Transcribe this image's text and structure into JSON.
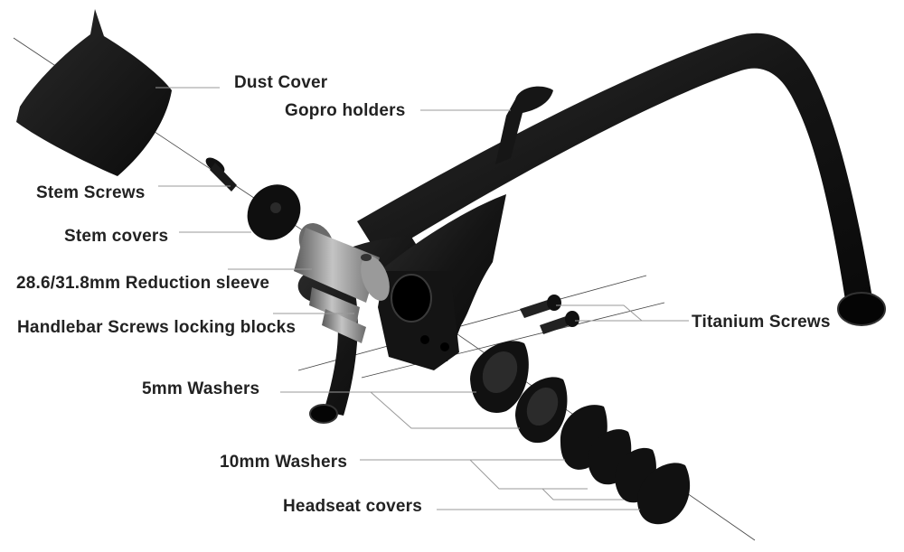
{
  "diagram": {
    "labels": {
      "dust_cover": "Dust Cover",
      "gopro_holders": "Gopro holders",
      "stem_screws": "Stem Screws",
      "stem_covers": "Stem covers",
      "reduction_sleeve": "28.6/31.8mm Reduction sleeve",
      "locking_blocks": "Handlebar Screws locking blocks",
      "titanium_screws": "Titanium Screws",
      "washers_5mm": "5mm Washers",
      "washers_10mm": "10mm Washers",
      "headseat_covers": "Headseat covers"
    },
    "colors": {
      "part": "#121212",
      "part_highlight": "#3a3a3a",
      "metal": "#8c8c8c",
      "leader_line": "#9a9a9a",
      "axis_line": "#444444",
      "text": "#222222"
    }
  }
}
